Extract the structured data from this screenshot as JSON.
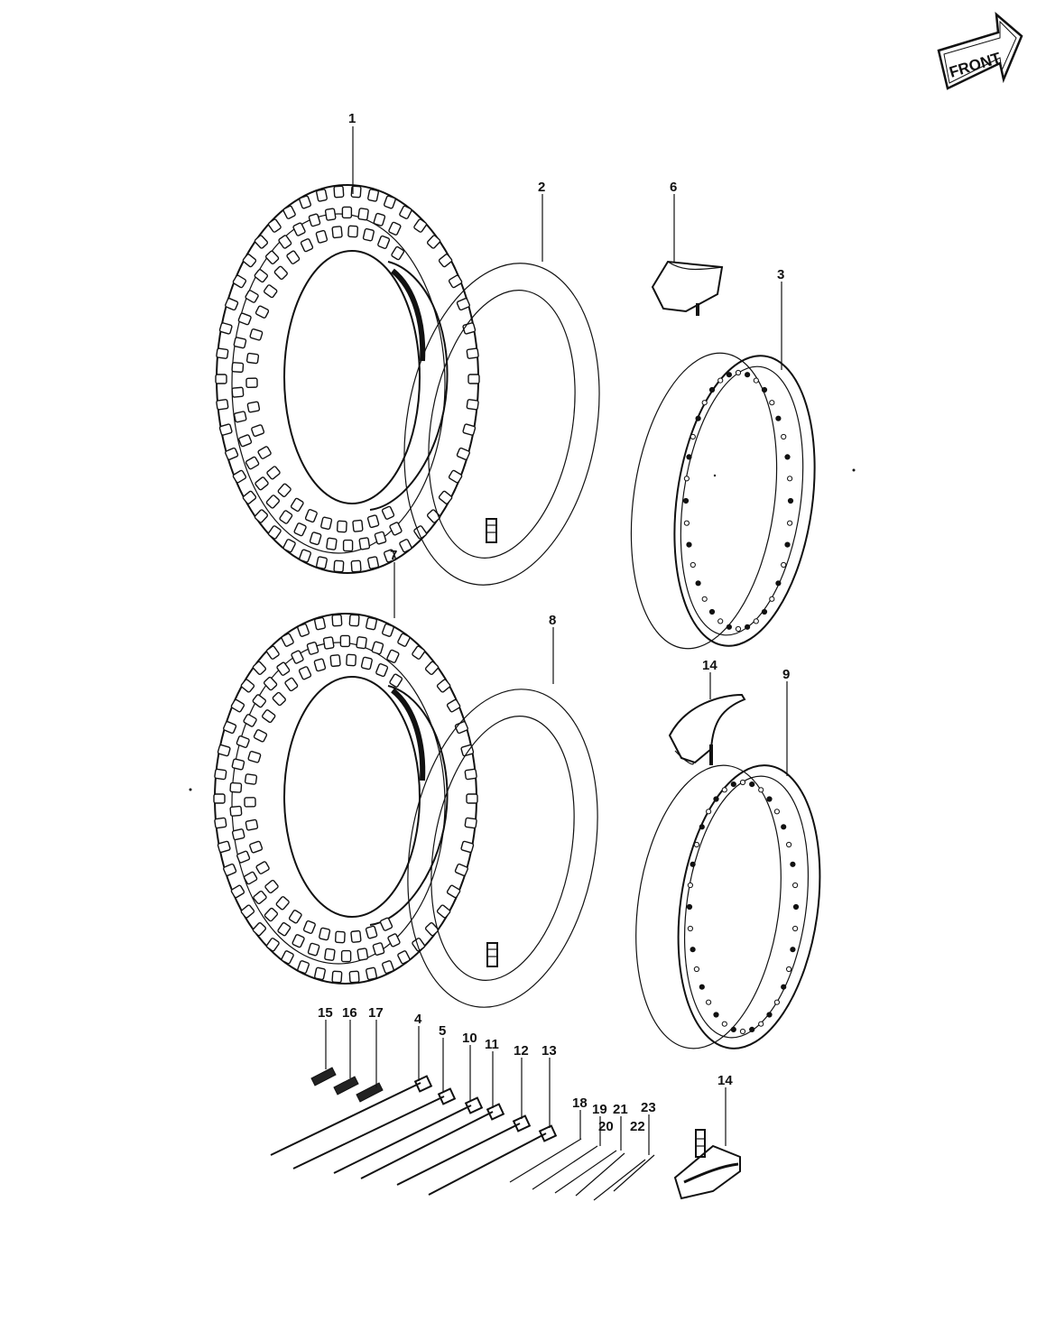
{
  "front_badge": "FRONT",
  "callouts": {
    "c1": "1",
    "c2": "2",
    "c3": "3",
    "c4": "4",
    "c5": "5",
    "c6": "6",
    "c7": "7",
    "c8": "8",
    "c9": "9",
    "c10": "10",
    "c11": "11",
    "c12": "12",
    "c13": "13",
    "c14a": "14",
    "c14b": "14",
    "c15": "15",
    "c16": "16",
    "c17": "17",
    "c18": "18",
    "c19": "19",
    "c20": "20",
    "c21": "21",
    "c22": "22",
    "c23": "23"
  }
}
